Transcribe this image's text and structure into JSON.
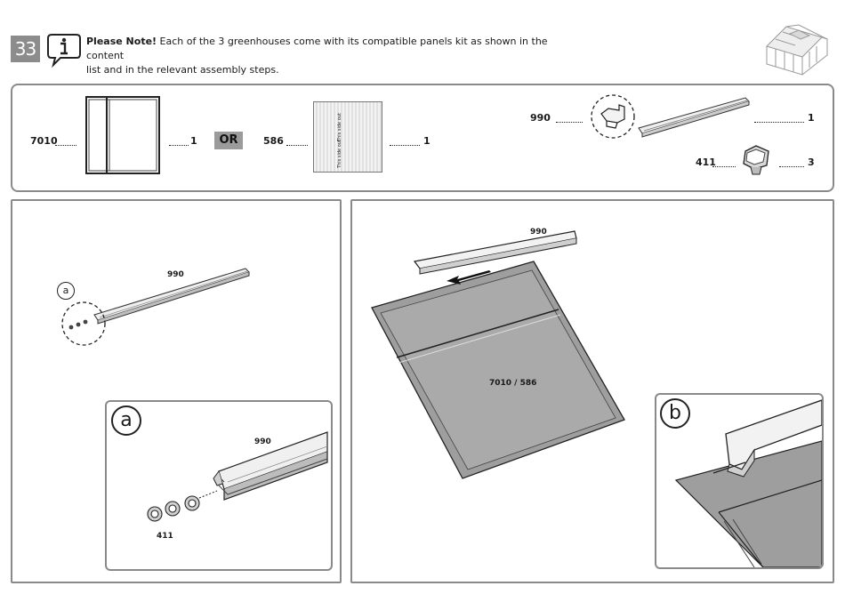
{
  "step": {
    "number": "33"
  },
  "note": {
    "bold": "Please Note!",
    "text_line1": " Each of the 3 greenhouses come with its compatible panels kit as shown in the content",
    "text_line2": "list and in the relevant assembly steps."
  },
  "parts": {
    "panel_a": {
      "code": "7010",
      "qty": "1"
    },
    "or_label": "OR",
    "panel_b": {
      "code": "586",
      "qty": "1",
      "side_text": "This side out"
    },
    "profile": {
      "code": "990",
      "qty": "1"
    },
    "clip": {
      "code": "411",
      "qty": "3"
    }
  },
  "left_panel": {
    "profile_label": "990",
    "callout": "a",
    "detail": {
      "label": "a",
      "profile_label": "990",
      "clip_label": "411"
    }
  },
  "right_panel": {
    "profile_label": "990",
    "panel_label": "7010 / 586",
    "detail": {
      "label": "b"
    }
  },
  "colors": {
    "badge": "#8c8c8c",
    "frame": "#8a8a8a",
    "panel_fill": "#9e9e9e",
    "panel_light": "#b5b5b5"
  }
}
